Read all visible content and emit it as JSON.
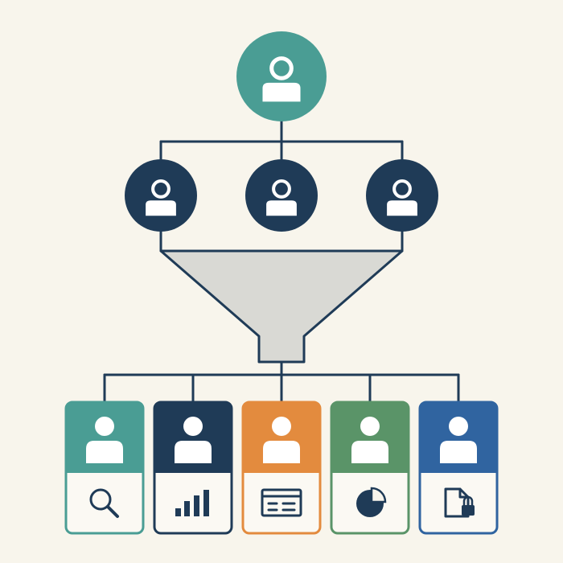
{
  "diagram": {
    "background": "#f8f5ec",
    "line_color": "#1f3b57",
    "funnel_fill": "#d9d9d4",
    "top_node": {
      "name": "top-person-node",
      "icon": "person-icon",
      "color": "#4a9d94"
    },
    "middle_nodes": [
      {
        "name": "middle-person-node-1",
        "icon": "person-icon",
        "color": "#1f3b57"
      },
      {
        "name": "middle-person-node-2",
        "icon": "person-icon",
        "color": "#1f3b57"
      },
      {
        "name": "middle-person-node-3",
        "icon": "person-icon",
        "color": "#1f3b57"
      }
    ],
    "funnel": {
      "name": "funnel-shape"
    },
    "output_cards": [
      {
        "name": "output-card-teal",
        "color": "#4a9d94",
        "icon": "magnifier-icon"
      },
      {
        "name": "output-card-navy",
        "color": "#1f3b57",
        "icon": "bar-chart-icon"
      },
      {
        "name": "output-card-orange",
        "color": "#e38b3e",
        "icon": "form-list-icon"
      },
      {
        "name": "output-card-green",
        "color": "#5a9468",
        "icon": "pie-chart-icon"
      },
      {
        "name": "output-card-blue",
        "color": "#3064a0",
        "icon": "locked-document-icon"
      }
    ]
  }
}
